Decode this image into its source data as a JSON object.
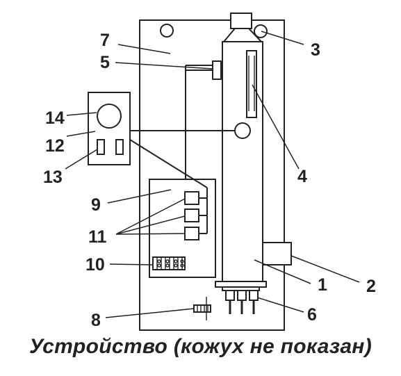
{
  "caption": "Устройство (кожух не показан)",
  "callouts": [
    "1",
    "2",
    "3",
    "4",
    "5",
    "6",
    "7",
    "8",
    "9",
    "10",
    "11",
    "12",
    "13",
    "14"
  ],
  "colors": {
    "line": "#222222",
    "background": "#ffffff"
  }
}
